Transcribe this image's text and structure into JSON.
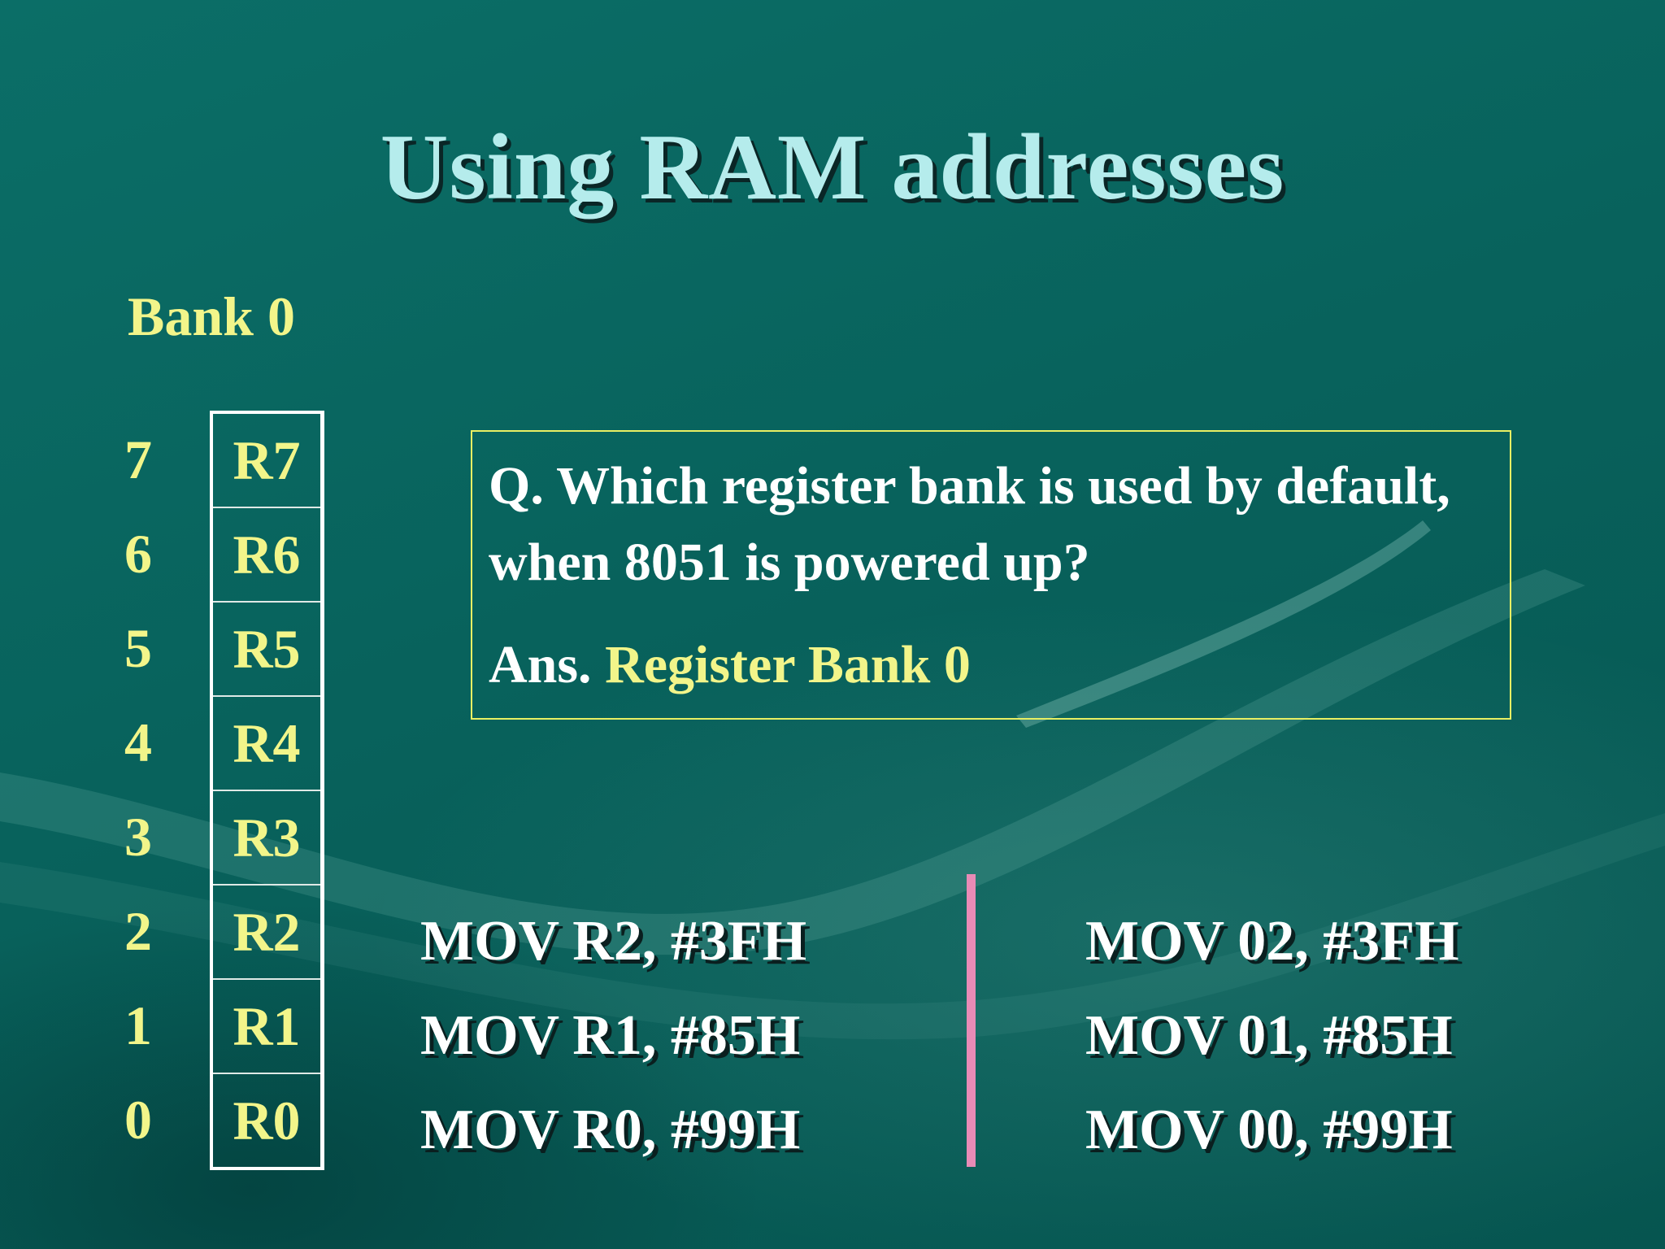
{
  "slide": {
    "title": "Using RAM addresses",
    "bank_label": "Bank 0",
    "register_indices": [
      "7",
      "6",
      "5",
      "4",
      "3",
      "2",
      "1",
      "0"
    ],
    "registers": [
      "R7",
      "R6",
      "R5",
      "R4",
      "R3",
      "R2",
      "R1",
      "R0"
    ],
    "question": "Q. Which register bank is used by default, when 8051 is powered up?",
    "answer_prefix": "Ans.",
    "answer_value": "Register Bank 0",
    "code_left": [
      "MOV R2, #3FH",
      "MOV R1, #85H",
      "MOV R0, #99H"
    ],
    "code_right": [
      "MOV 02, #3FH",
      "MOV 01, #85H",
      "MOV 00, #99H"
    ]
  },
  "colors": {
    "background": "#08625c",
    "title": "#b5ecec",
    "accent_yellow": "#f2f58a",
    "box_border": "#e9ef63",
    "divider": "#e88bb6",
    "text_white": "#ffffff"
  }
}
